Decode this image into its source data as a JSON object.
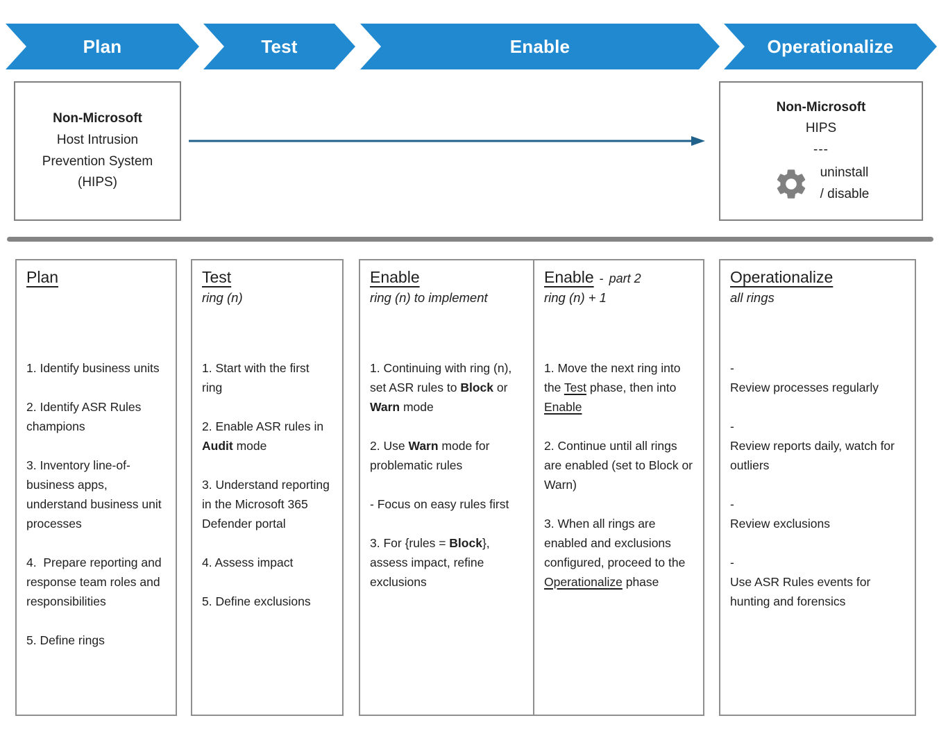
{
  "phases": [
    {
      "label": "Plan"
    },
    {
      "label": "Test"
    },
    {
      "label": "Enable"
    },
    {
      "label": "Operationalize"
    }
  ],
  "flow": {
    "left_box": {
      "title": "Non-Microsoft",
      "body": "Host Intrusion\nPrevention System\n(HIPS)"
    },
    "right_box": {
      "title": "Non-Microsoft",
      "subtitle": "HIPS",
      "separator": "---",
      "gear_icon": "gear-icon",
      "action": "uninstall\n/ disable"
    }
  },
  "columns": [
    {
      "heading": "Plan",
      "heading_dash": "",
      "heading_note": "",
      "subtitle": "",
      "items": [
        "1. Identify business units",
        "2. Identify ASR Rules champions",
        "3. Inventory line-of-business apps, understand business unit processes",
        "4.  Prepare reporting and response team roles and responsibilities",
        "5. Define rings"
      ]
    },
    {
      "heading": "Test",
      "heading_dash": "",
      "heading_note": "",
      "subtitle": "ring (n)",
      "items": [
        "1. Start with the first ring",
        "2. Enable ASR rules in **Audit** mode",
        "3. Understand reporting in the Microsoft 365 Defender portal",
        "4. Assess impact",
        "5. Define exclusions"
      ]
    },
    {
      "heading": "Enable",
      "heading_dash": "",
      "heading_note": "",
      "subtitle": "ring (n) to implement",
      "items": [
        "1. Continuing with ring (n), set ASR rules to **Block** or **Warn** mode",
        "2. Use **Warn** mode for problematic rules",
        "- Focus on easy rules first",
        "3. For {rules = **Block**}, assess impact, refine exclusions"
      ]
    },
    {
      "heading": "Enable",
      "heading_dash": "-",
      "heading_note": "part 2",
      "subtitle": "ring (n) + 1",
      "items": [
        "1. Move the next ring into the __Test__ phase, then into __Enable__",
        "2. Continue until all rings are enabled (set to Block or Warn)",
        "3. When all rings are enabled and exclusions configured, proceed to the __Operationalize__ phase"
      ]
    },
    {
      "heading": "Operationalize",
      "heading_dash": "",
      "heading_note": "",
      "subtitle": "all rings",
      "items": [
        "-\nReview processes regularly",
        "-\nReview reports daily, watch for outliers",
        "-\nReview exclusions",
        "-\nUse ASR Rules events for hunting and forensics"
      ]
    }
  ],
  "colors": {
    "chevron_blue": "#2189D0",
    "arrow_blue": "#20618C",
    "divider_gray": "#848484",
    "gear_gray": "#808080",
    "border_gray": "#8f8f8f"
  }
}
